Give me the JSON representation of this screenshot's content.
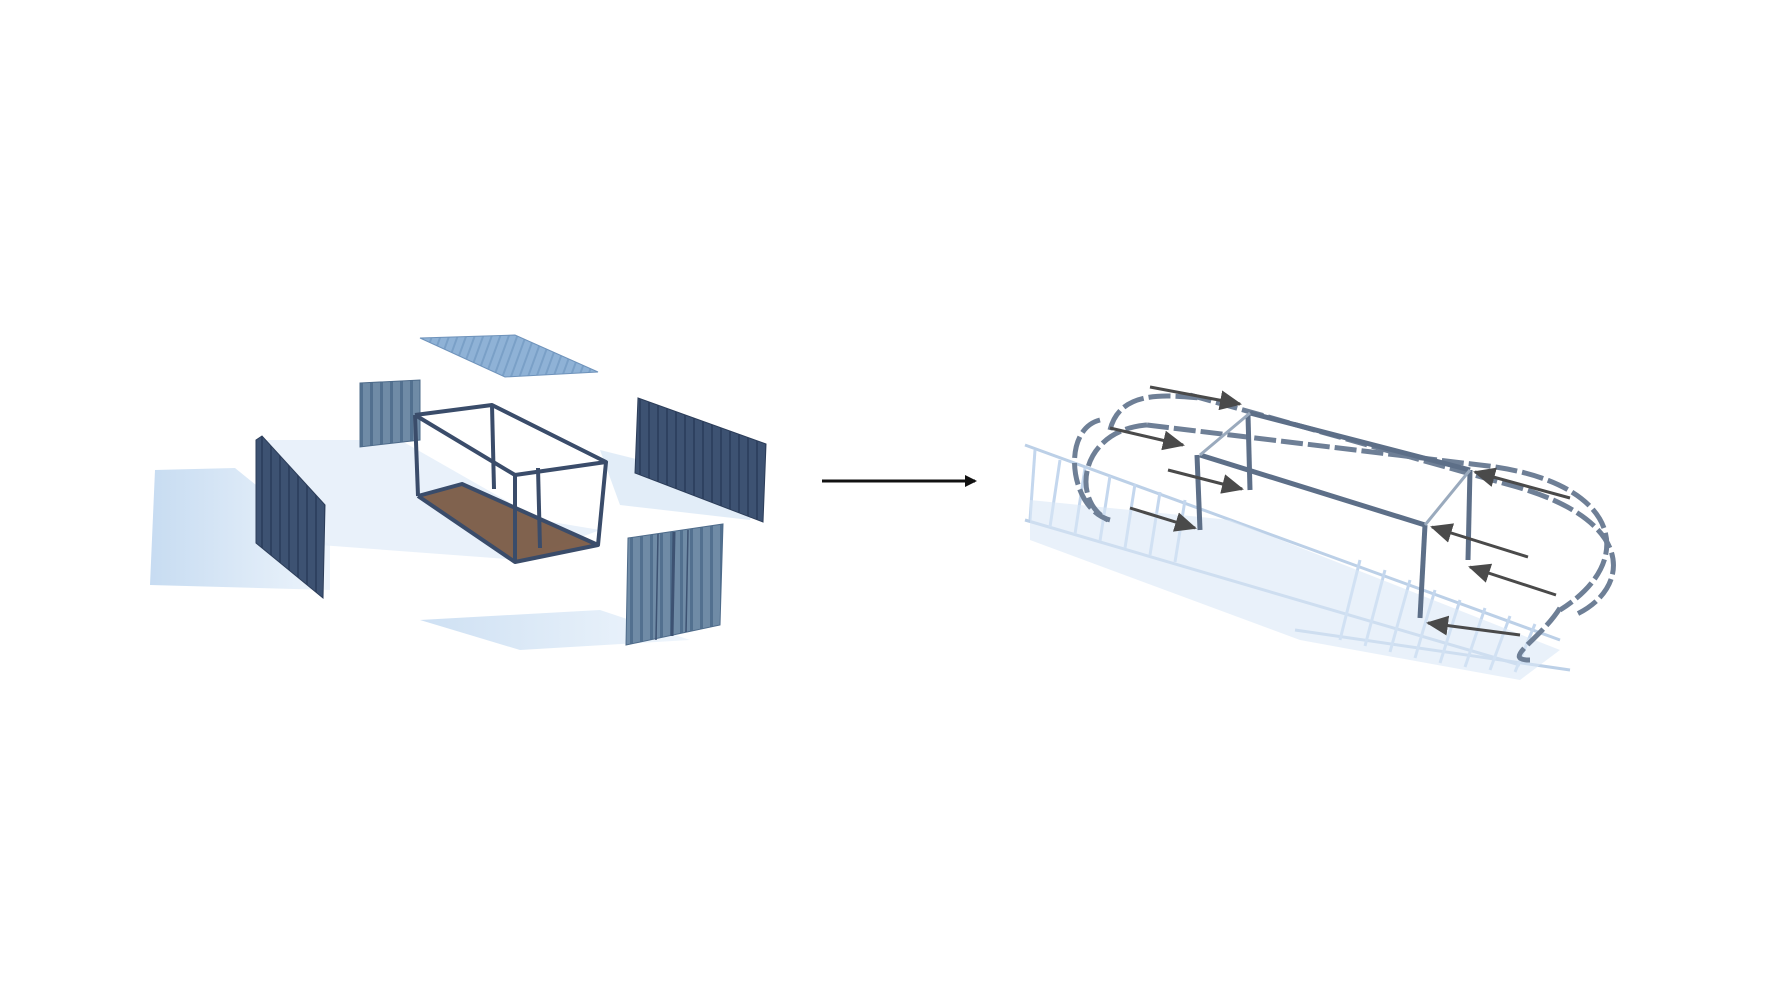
{
  "diagram": {
    "panels": [
      {
        "id": "exploded-container",
        "description_icon": "exploded-shipping-container"
      },
      {
        "id": "track-loop",
        "description_icon": "looping-frame-on-track"
      }
    ],
    "connector": {
      "icon": "right-arrow-icon"
    },
    "colors": {
      "panel_dark": "#3d5272",
      "panel_mid": "#6f8ba6",
      "panel_light": "#8fb2d6",
      "frame": "#3a4c6a",
      "floor": "#7a5a44",
      "shadow": "#cfe0f3",
      "arrow": "#111111",
      "flow_arrow": "#4a4a4a",
      "loop": "#6e7f96"
    }
  }
}
